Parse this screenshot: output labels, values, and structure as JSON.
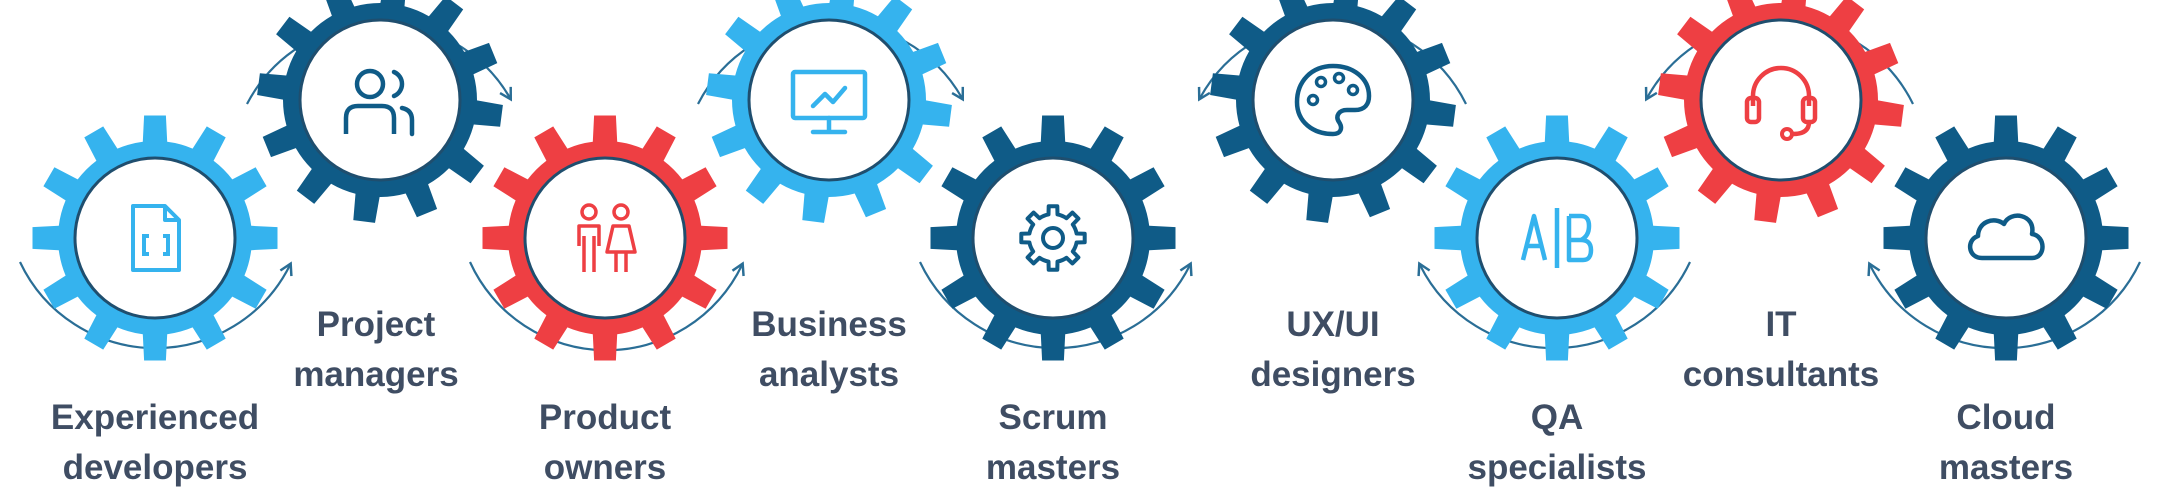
{
  "colors": {
    "light_blue": "#35b3ee",
    "dark_blue": "#0f5b87",
    "red": "#ee3f43",
    "arc": "#2a6e96",
    "text": "#3f4d63",
    "face": "#ffffff"
  },
  "roles": [
    {
      "id": "experienced-developers",
      "line1": "Experienced",
      "line2": "developers",
      "gear_color": "light_blue",
      "icon": "code-file-icon",
      "icon_color": "light_blue"
    },
    {
      "id": "project-managers",
      "line1": "Project",
      "line2": "managers",
      "gear_color": "dark_blue",
      "icon": "people-icon",
      "icon_color": "dark_blue"
    },
    {
      "id": "product-owners",
      "line1": "Product",
      "line2": "owners",
      "gear_color": "red",
      "icon": "man-woman-icon",
      "icon_color": "red"
    },
    {
      "id": "business-analysts",
      "line1": "Business",
      "line2": "analysts",
      "gear_color": "light_blue",
      "icon": "monitor-chart-icon",
      "icon_color": "light_blue"
    },
    {
      "id": "scrum-masters",
      "line1": "Scrum",
      "line2": "masters",
      "gear_color": "dark_blue",
      "icon": "settings-gear-icon",
      "icon_color": "dark_blue"
    },
    {
      "id": "ux-ui-designers",
      "line1": "UX/UI",
      "line2": "designers",
      "gear_color": "dark_blue",
      "icon": "palette-icon",
      "icon_color": "dark_blue"
    },
    {
      "id": "qa-specialists",
      "line1": "QA",
      "line2": "specialists",
      "gear_color": "light_blue",
      "icon": "ab-test-icon",
      "icon_color": "light_blue"
    },
    {
      "id": "it-consultants",
      "line1": "IT",
      "line2": "consultants",
      "gear_color": "red",
      "icon": "headset-icon",
      "icon_color": "red"
    },
    {
      "id": "cloud-masters",
      "line1": "Cloud",
      "line2": "masters",
      "gear_color": "dark_blue",
      "icon": "cloud-icon",
      "icon_color": "dark_blue"
    }
  ]
}
